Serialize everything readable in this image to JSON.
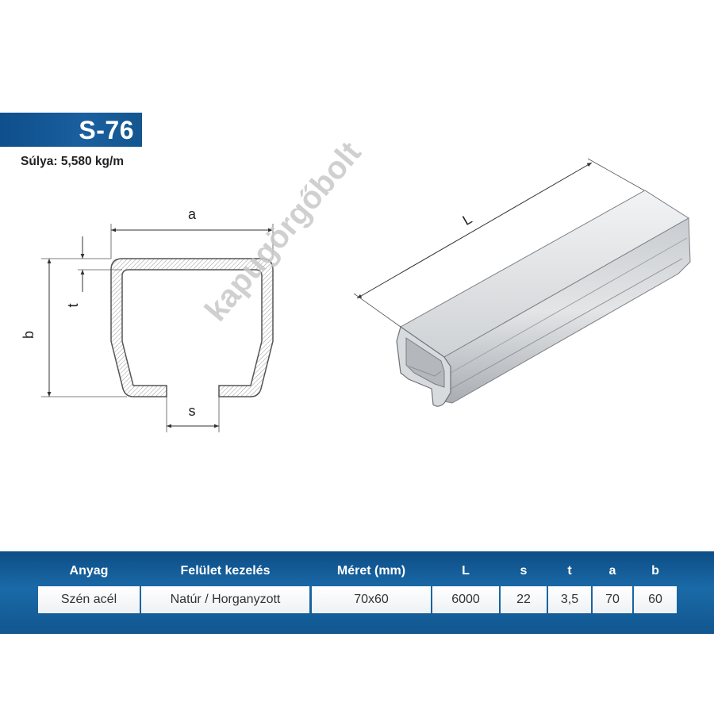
{
  "product": {
    "code": "S-76",
    "weight": "Súlya: 5,580 kg/m"
  },
  "drawing": {
    "dim_a": "a",
    "dim_b": "b",
    "dim_t": "t",
    "dim_s": "s",
    "dim_L": "L"
  },
  "watermark": "kapugörgőbolt",
  "table": {
    "headers": [
      "Anyag",
      "Felület kezelés",
      "Méret (mm)",
      "L",
      "s",
      "t",
      "a",
      "b"
    ],
    "row": [
      "Szén acél",
      "Natúr / Horganyzott",
      "70x60",
      "6000",
      "22",
      "3,5",
      "70",
      "60"
    ]
  }
}
